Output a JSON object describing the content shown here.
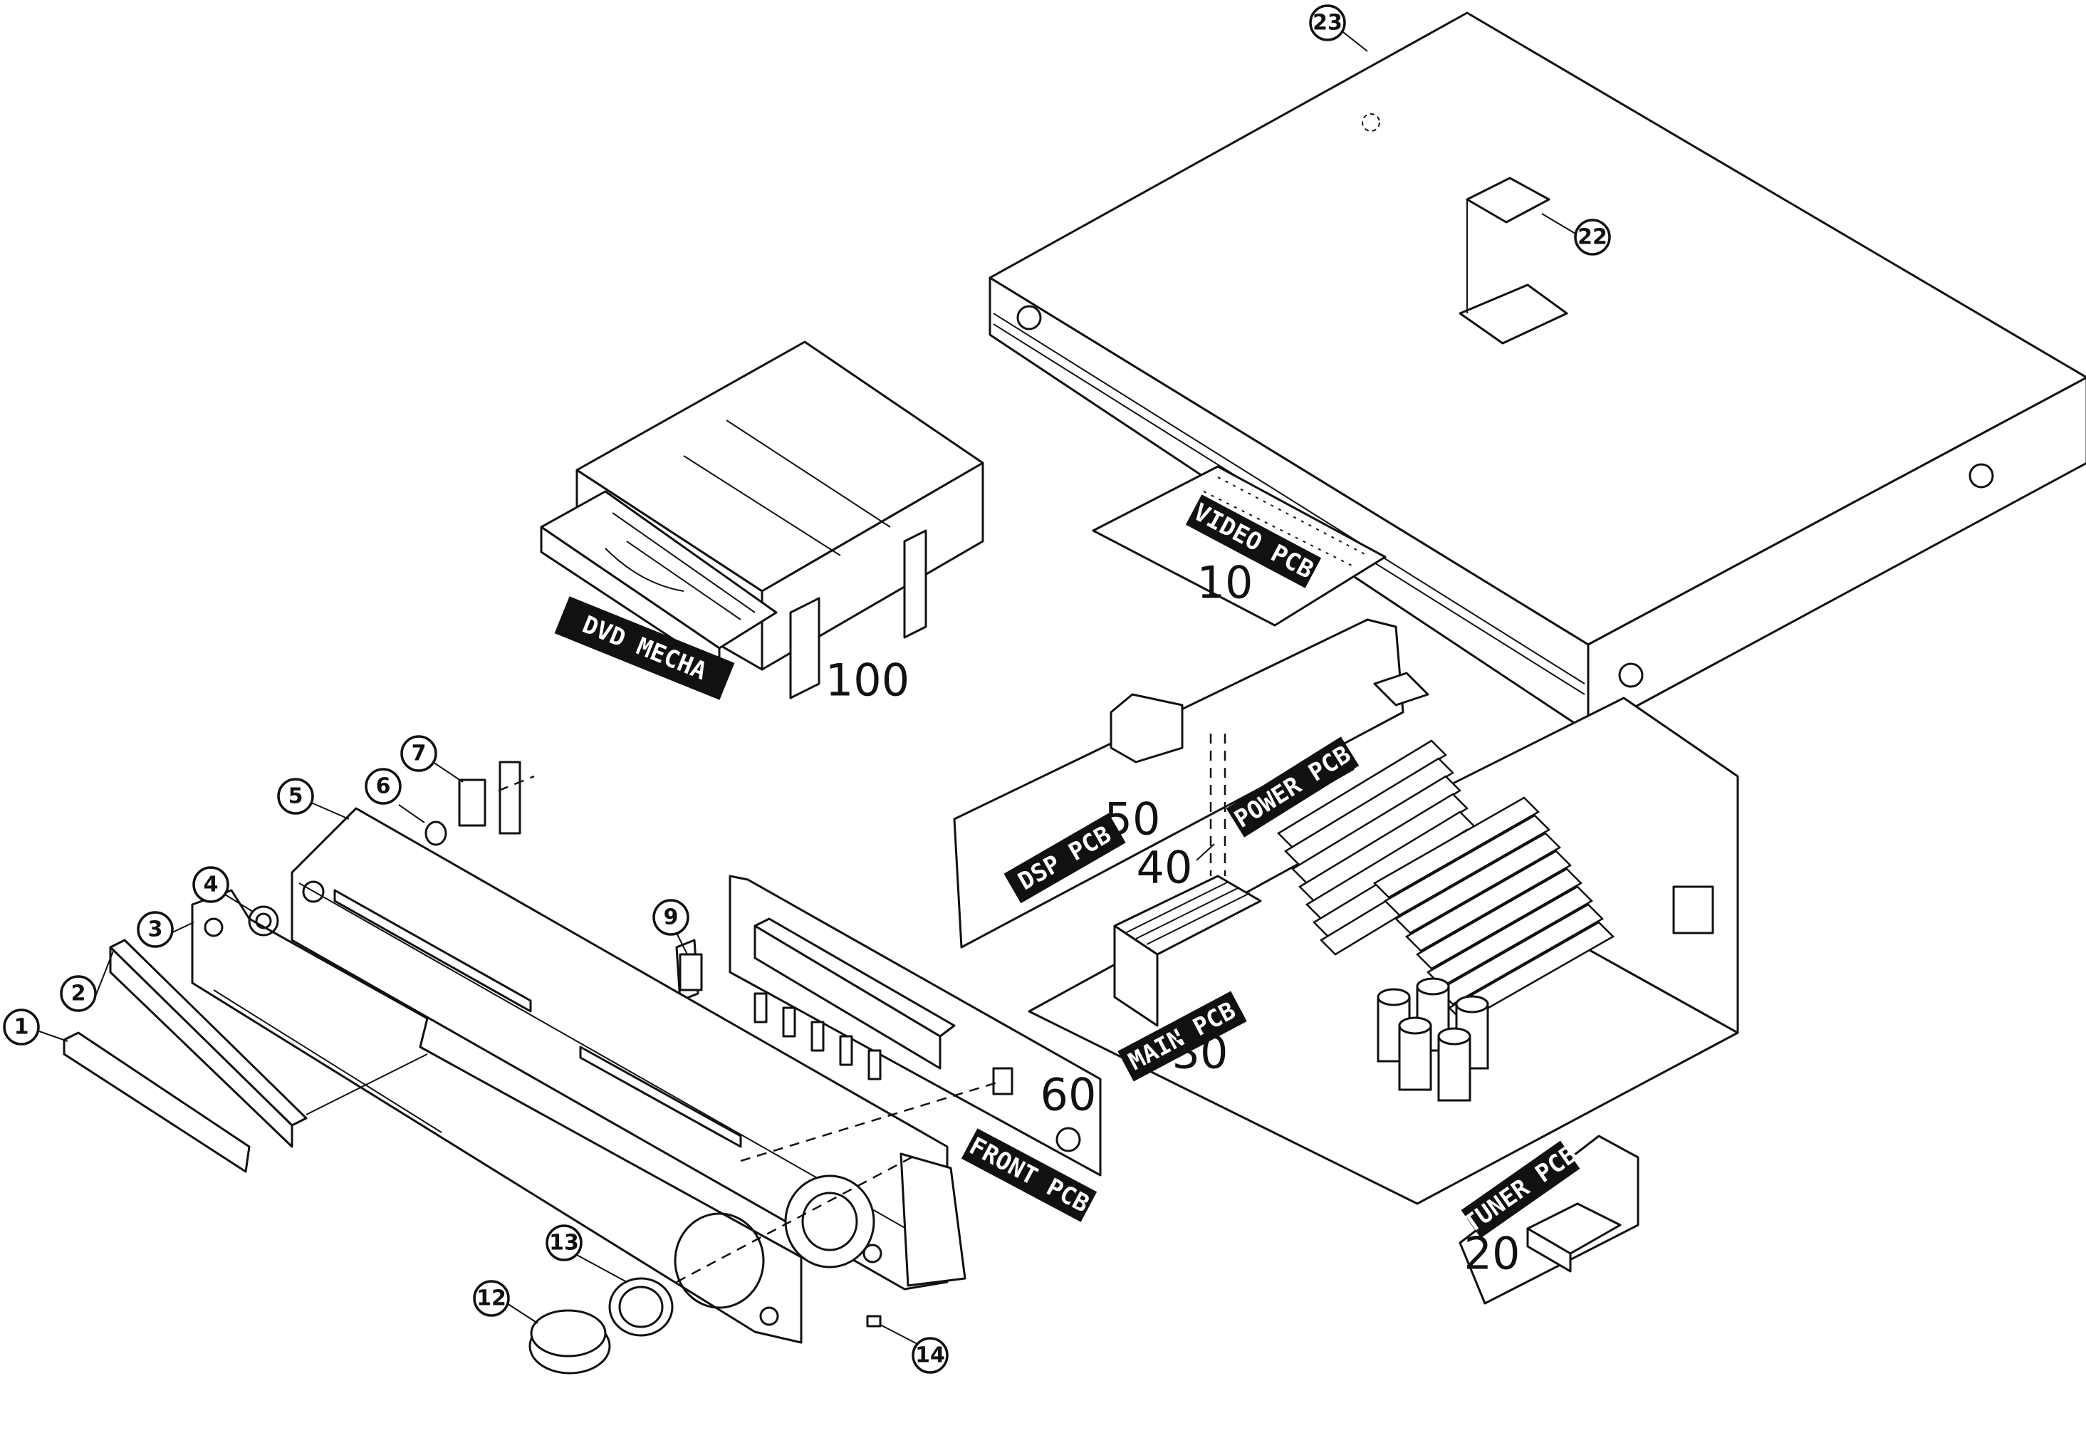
{
  "callouts": [
    {
      "id": "1",
      "text": "1"
    },
    {
      "id": "2",
      "text": "2"
    },
    {
      "id": "3",
      "text": "3"
    },
    {
      "id": "4",
      "text": "4"
    },
    {
      "id": "5",
      "text": "5"
    },
    {
      "id": "6",
      "text": "6"
    },
    {
      "id": "7",
      "text": "7"
    },
    {
      "id": "9",
      "text": "9"
    },
    {
      "id": "12",
      "text": "12"
    },
    {
      "id": "13",
      "text": "13"
    },
    {
      "id": "14",
      "text": "14"
    },
    {
      "id": "22",
      "text": "22"
    },
    {
      "id": "23",
      "text": "23"
    }
  ],
  "ref_numbers": {
    "video": "10",
    "tuner": "20",
    "main": "30",
    "power": "40",
    "dsp": "50",
    "front": "60",
    "dvd": "100"
  },
  "board_labels": {
    "dvd": "DVD MECHA",
    "video": "VIDEO PCB",
    "dsp": "DSP PCB",
    "power": "POWER PCB",
    "main": "MAIN PCB",
    "front": "FRONT PCB",
    "tuner": "TUNER PCB"
  },
  "icons": [
    "callout-circle",
    "heatsink-fins",
    "capacitor",
    "knob",
    "screw-hole"
  ]
}
